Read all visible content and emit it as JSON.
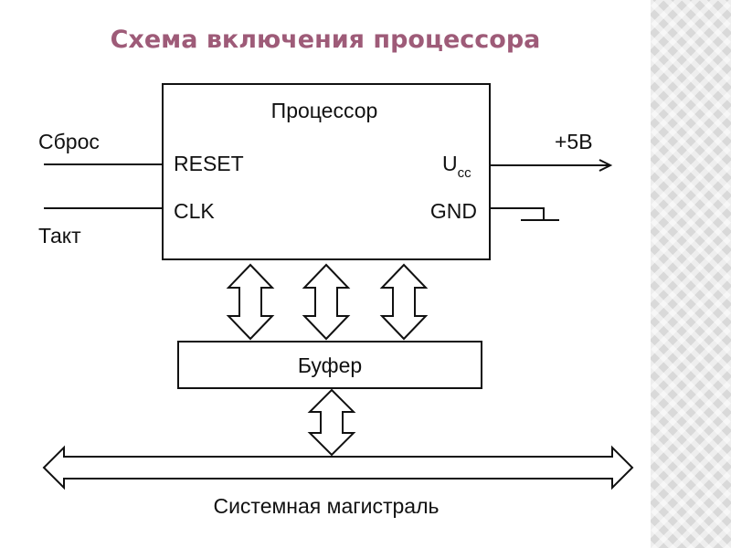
{
  "title": "Схема включения процессора",
  "diagram": {
    "processor_label": "Процессор",
    "reset_pin": "RESET",
    "clk_pin": "CLK",
    "ucc_pin_base": "U",
    "ucc_pin_sub": "cc",
    "gnd_pin": "GND",
    "reset_signal": "Сброс",
    "clock_signal": "Такт",
    "power_label": "+5В",
    "buffer_label": "Буфер",
    "bus_label": "Системная магистраль"
  }
}
